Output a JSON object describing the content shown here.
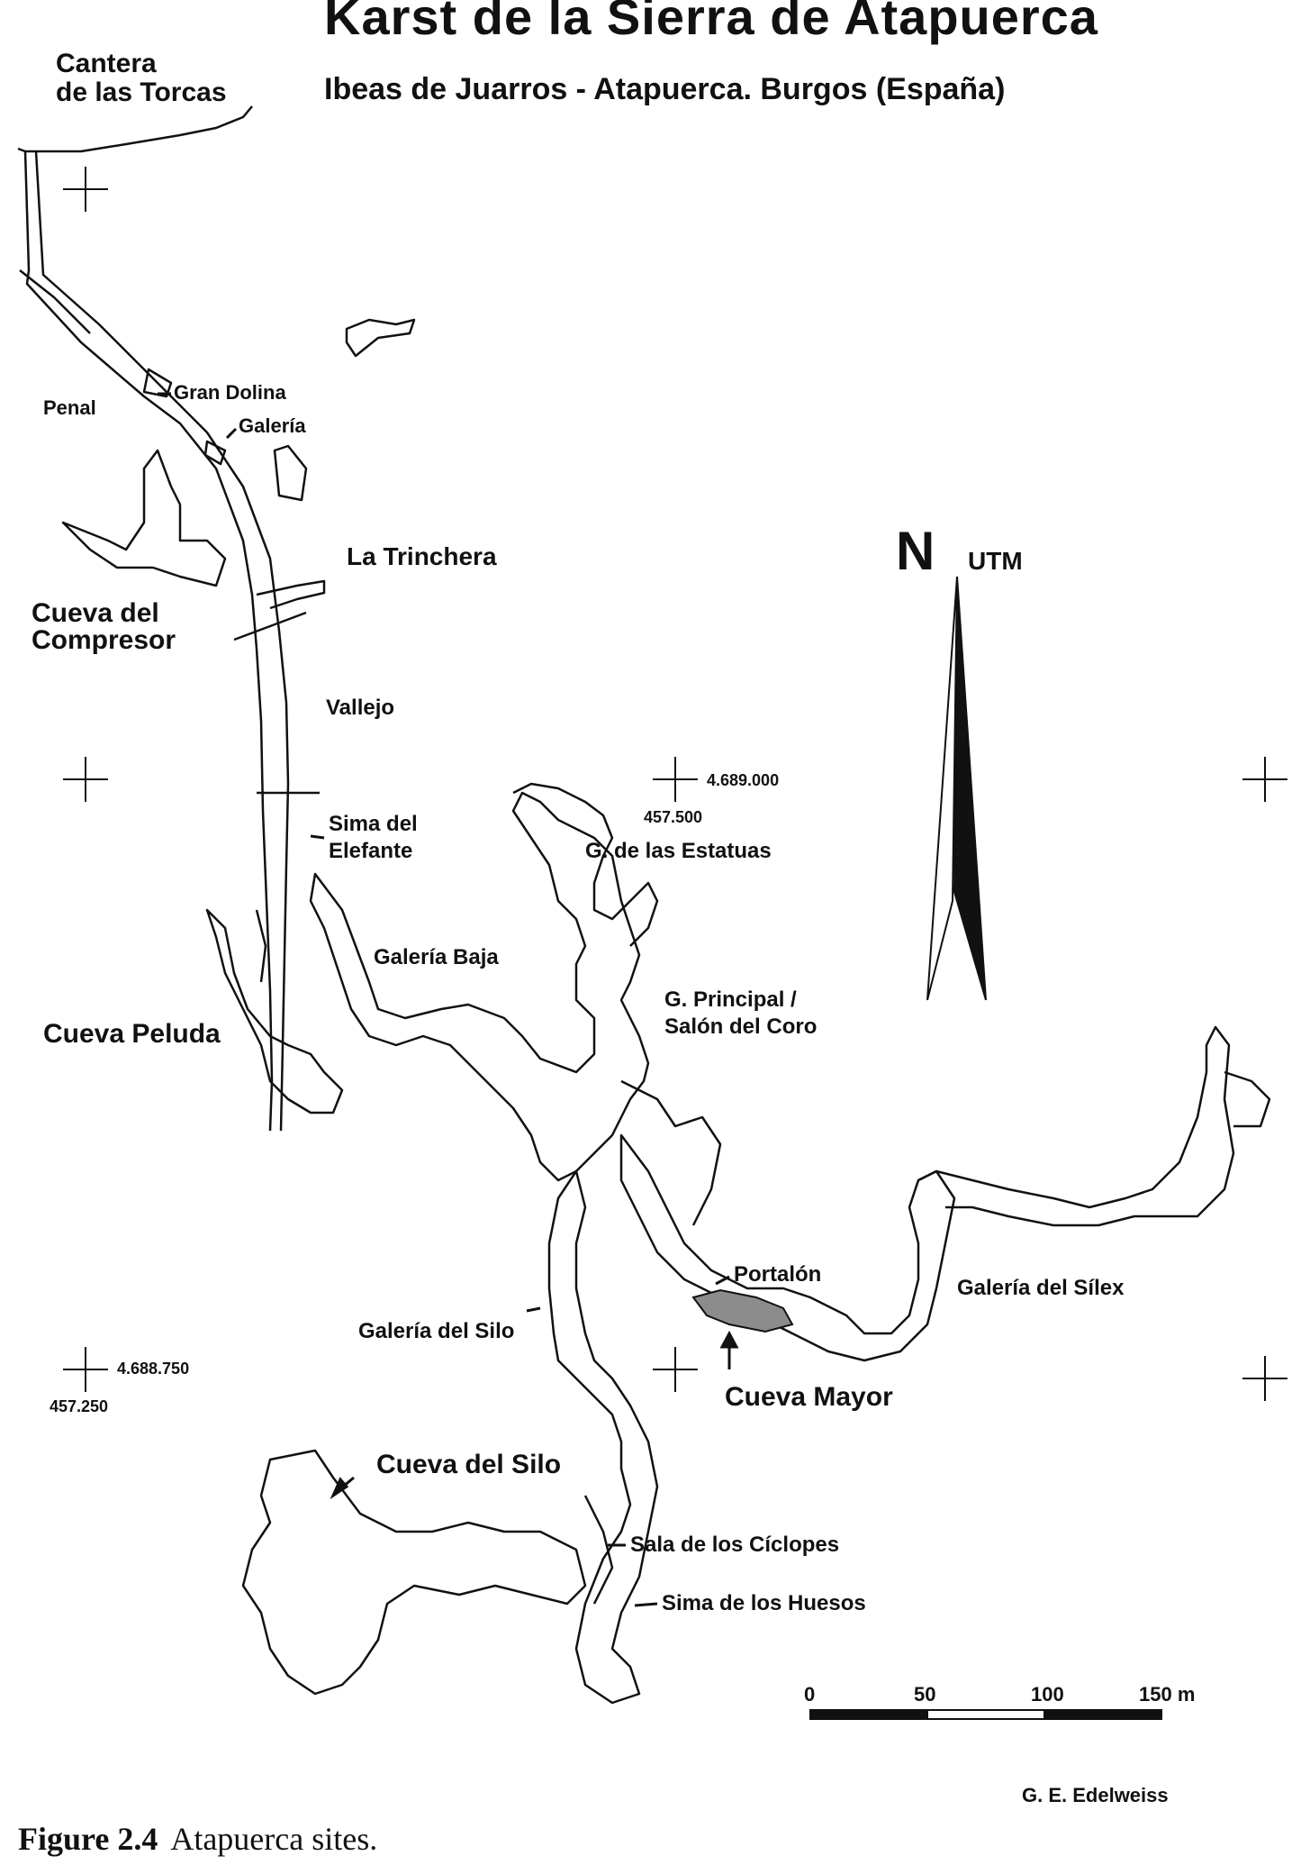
{
  "header": {
    "title": "Karst de la Sierra de Atapuerca",
    "subtitle": "Ibeas de Juarros - Atapuerca. Burgos (España)"
  },
  "places": {
    "cantera_line1": "Cantera",
    "cantera_line2": "de las Torcas",
    "penal": "Penal",
    "gran_dolina": "Gran Dolina",
    "galeria": "Galería",
    "la_trinchera": "La Trinchera",
    "compresor_line1": "Cueva del",
    "compresor_line2": "Compresor",
    "vallejo": "Vallejo",
    "sima_elefante_line1": "Sima del",
    "sima_elefante_line2": "Elefante",
    "galeria_baja": "Galería Baja",
    "cueva_peluda": "Cueva Peluda",
    "g_estatuas": "G. de las Estatuas",
    "g_principal_line1": "G. Principal /",
    "g_principal_line2": "Salón del Coro",
    "portalon": "Portalón",
    "galeria_silex": "Galería del Sílex",
    "galeria_silo": "Galería del Silo",
    "cueva_mayor": "Cueva Mayor",
    "cueva_silo": "Cueva del Silo",
    "sala_ciclopes": "Sala de los Cíclopes",
    "sima_huesos": "Sima de los Huesos"
  },
  "coordinates": {
    "north": "4.689.000",
    "east": "457.500",
    "south": "4.688.750",
    "west": "457.250"
  },
  "north_arrow": {
    "letter": "N",
    "label": "UTM"
  },
  "scale_bar": {
    "ticks": [
      "0",
      "50",
      "100",
      "150 m"
    ]
  },
  "credit": "G. E. Edelweiss",
  "caption": {
    "number": "Figure 2.4",
    "text": "Atapuerca sites."
  }
}
